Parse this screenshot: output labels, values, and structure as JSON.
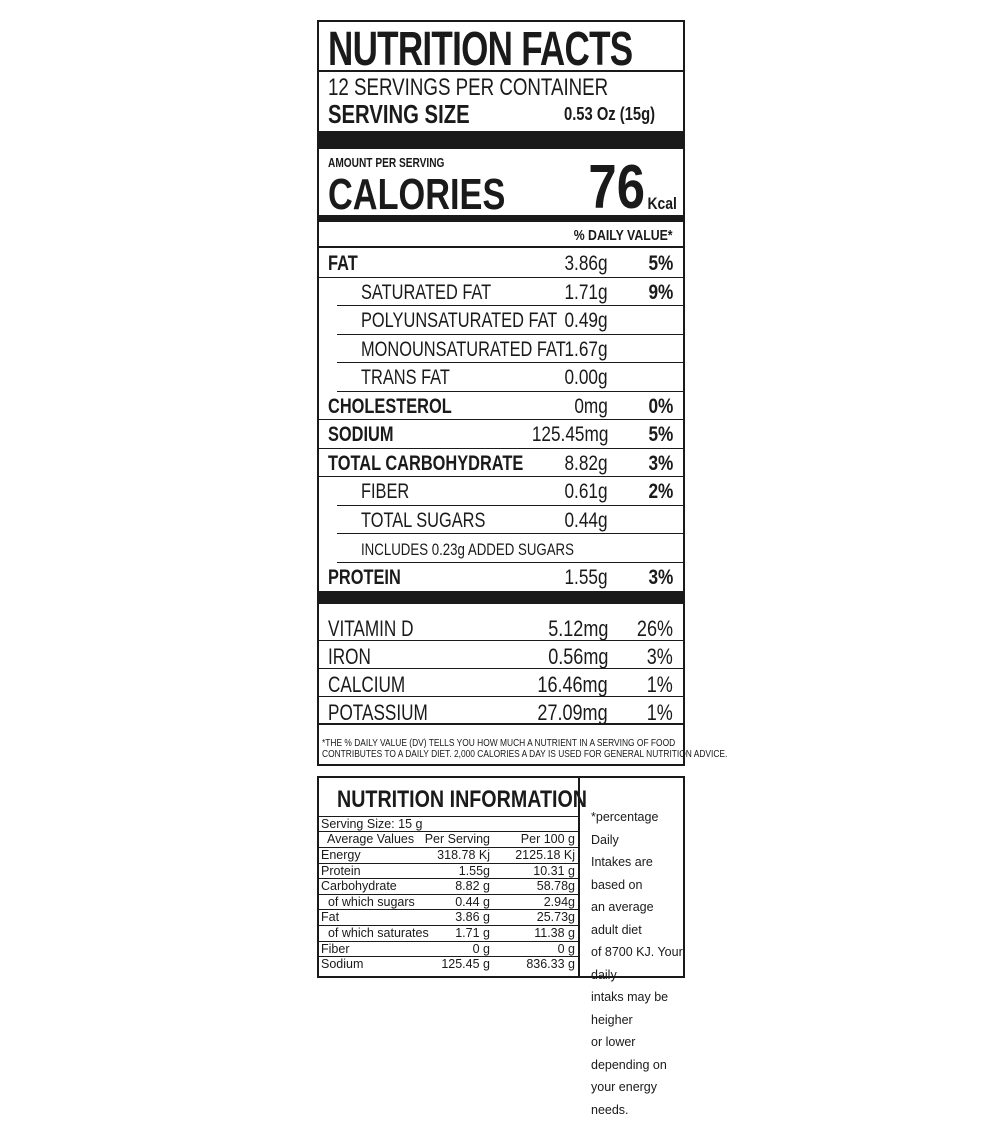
{
  "facts": {
    "title": "NUTRITION FACTS",
    "servings": "12 SERVINGS PER CONTAINER",
    "serving_size_label": "SERVING SIZE",
    "serving_size_value": "0.53 Oz (15g)",
    "amount_per_serving": "AMOUNT PER SERVING",
    "calories_label": "CALORIES",
    "calories_value": "76",
    "calories_unit": "Kcal",
    "daily_value_header": "% DAILY VALUE*",
    "nutrients": [
      {
        "label": "FAT",
        "amount": "3.86g",
        "pct": "5%"
      },
      {
        "label": "SATURATED FAT",
        "amount": "1.71g",
        "pct": "9%"
      },
      {
        "label": "POLYUNSATURATED FAT",
        "amount": "0.49g",
        "pct": ""
      },
      {
        "label": "MONOUNSATURATED FAT",
        "amount": "1.67g",
        "pct": ""
      },
      {
        "label": "TRANS FAT",
        "amount": "0.00g",
        "pct": ""
      },
      {
        "label": "CHOLESTEROL",
        "amount": "0mg",
        "pct": "0%"
      },
      {
        "label": "SODIUM",
        "amount": "125.45mg",
        "pct": "5%"
      },
      {
        "label": "TOTAL CARBOHYDRATE",
        "amount": "8.82g",
        "pct": "3%"
      },
      {
        "label": "FIBER",
        "amount": "0.61g",
        "pct": "2%"
      },
      {
        "label": "TOTAL SUGARS",
        "amount": "0.44g",
        "pct": ""
      },
      {
        "label": "INCLUDES 0.23g ADDED SUGARS",
        "amount": "",
        "pct": ""
      },
      {
        "label": "PROTEIN",
        "amount": "1.55g",
        "pct": "3%"
      }
    ],
    "vitamins": [
      {
        "label": "VITAMIN D",
        "amount": "5.12mg",
        "pct": "26%"
      },
      {
        "label": "IRON",
        "amount": "0.56mg",
        "pct": "3%"
      },
      {
        "label": "CALCIUM",
        "amount": "16.46mg",
        "pct": "1%"
      },
      {
        "label": "POTASSIUM",
        "amount": "27.09mg",
        "pct": "1%"
      }
    ],
    "footnote_1": "*THE % DAILY VALUE (DV) TELLS YOU HOW MUCH A NUTRIENT IN A SERVING OF FOOD",
    "footnote_2": "CONTRIBUTES TO A DAILY DIET. 2,000 CALORIES A DAY IS USED FOR GENERAL NUTRITION ADVICE."
  },
  "info": {
    "title": "NUTRITION INFORMATION",
    "serving_size": "Serving Size: 15 g",
    "headers": [
      "Average Values",
      "Per Serving",
      "Per 100 g"
    ],
    "rows": [
      [
        "Energy",
        "318.78 Kj",
        "2125.18 Kj"
      ],
      [
        "Protein",
        "1.55g",
        "10.31 g"
      ],
      [
        "Carbohydrate",
        "8.82 g",
        "58.78g"
      ],
      [
        "  of which sugars",
        "0.44 g",
        "2.94g"
      ],
      [
        "Fat",
        "3.86 g",
        "25.73g"
      ],
      [
        "  of which saturates",
        "1.71 g",
        "11.38 g"
      ],
      [
        "Fiber",
        "0 g",
        "0 g"
      ],
      [
        "Sodium",
        "125.45 g",
        "836.33 g"
      ]
    ],
    "note": "*percentage Daily\nIntakes are based on\nan average adult diet\nof 8700 KJ. Your daily\nintaks may be heigher\nor lower depending on\nyour energy needs."
  }
}
